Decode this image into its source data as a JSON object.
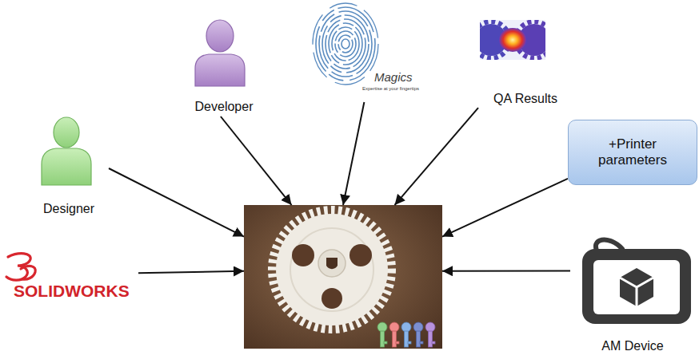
{
  "diagram": {
    "nodes": [
      {
        "text": [
          "Developer"
        ]
      },
      {
        "text": [
          "Magics",
          "Expertise at your fingertips"
        ]
      },
      {
        "text": [
          "QA Results"
        ]
      },
      {
        "text": [
          "Designer"
        ]
      },
      {
        "text": [
          "+Printer parameters"
        ]
      },
      {
        "text": []
      },
      {
        "text": [
          "SOLIDWORKS"
        ]
      },
      {
        "text": [
          "AM Device"
        ]
      }
    ],
    "edges": [
      {
        "from": 0,
        "to": 5,
        "arrow": "to"
      },
      {
        "from": 1,
        "to": 5,
        "arrow": "to"
      },
      {
        "from": 2,
        "to": 5,
        "arrow": "to"
      },
      {
        "from": 3,
        "to": 5,
        "arrow": "to"
      },
      {
        "from": 4,
        "to": 5,
        "arrow": "to"
      },
      {
        "from": 6,
        "to": 5,
        "arrow": "to"
      },
      {
        "from": 7,
        "to": 5,
        "arrow": "to"
      }
    ]
  }
}
